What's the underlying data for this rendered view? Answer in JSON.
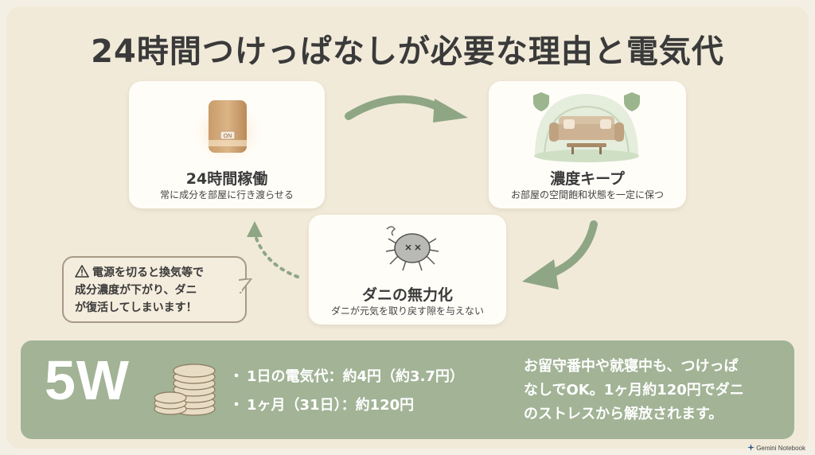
{
  "title": "24時間つけっぱなしが必要な理由と電気代",
  "cards": [
    {
      "title": "24時間稼働",
      "subtitle": "常に成分を部屋に行き渡らせる",
      "device_label": "ON"
    },
    {
      "title": "濃度キープ",
      "subtitle": "お部屋の空間飽和状態を一定に保つ"
    },
    {
      "title": "ダニの無力化",
      "subtitle": "ダニが元気を取り戻す隙を与えない"
    }
  ],
  "warning": {
    "icon": "warning-icon",
    "lines": [
      "電源を切ると換気等で",
      "成分濃度が下がり、ダニ",
      "が復活してしまいます！"
    ]
  },
  "cost": {
    "watt": "5W",
    "bullets": [
      "1日の電気代：約4円（約3.7円）",
      "1ヶ月（31日）：約120円"
    ],
    "bullet_mark": "・",
    "note_lines": [
      "お留守番中や就寝中も、つけっぱ",
      "なしでOK。1ヶ月約120円でダニ",
      "のストレスから解放されます。"
    ]
  },
  "brand": "Gemini Notebook",
  "colors": {
    "accent_green": "#8fa684",
    "panel_green": "#a2b396",
    "background": "#f1ead9"
  }
}
